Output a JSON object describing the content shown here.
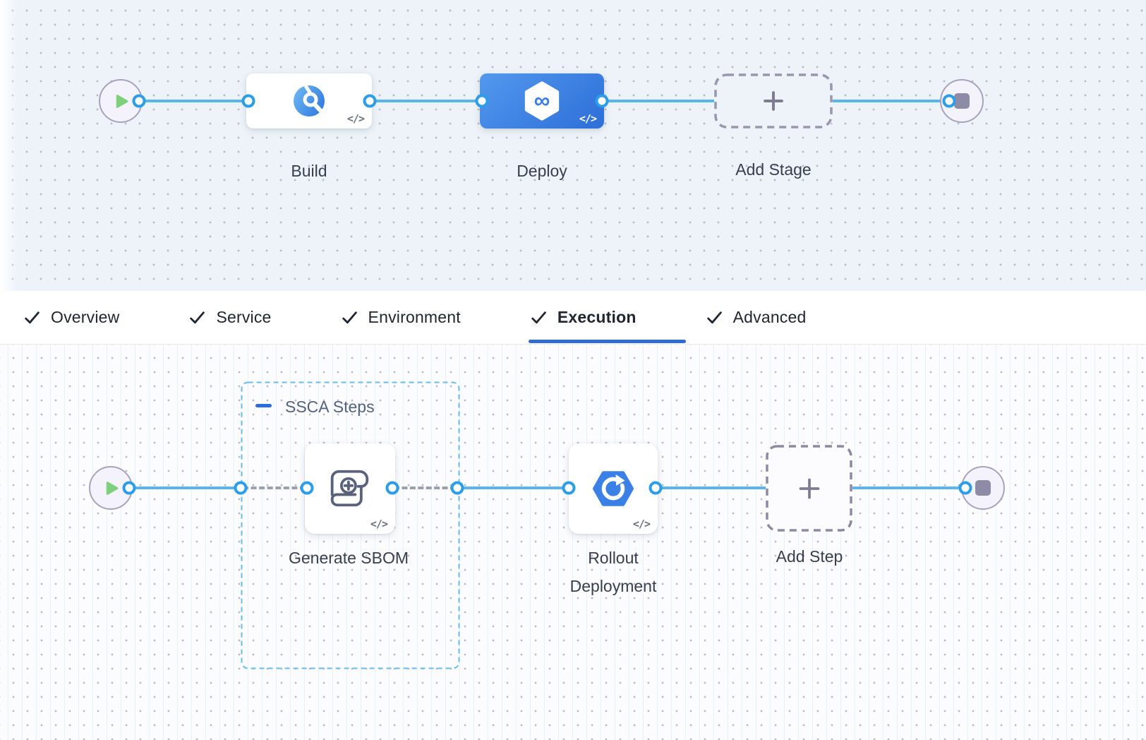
{
  "pipeline": {
    "stages": {
      "build": {
        "label": "Build"
      },
      "deploy": {
        "label": "Deploy",
        "selected": true
      },
      "add_stage": {
        "label": "Add Stage"
      }
    },
    "code_badge": "</>"
  },
  "tabs": [
    {
      "label": "Overview",
      "checked": true,
      "active": false
    },
    {
      "label": "Service",
      "checked": true,
      "active": false
    },
    {
      "label": "Environment",
      "checked": true,
      "active": false
    },
    {
      "label": "Execution",
      "checked": true,
      "active": true
    },
    {
      "label": "Advanced",
      "checked": true,
      "active": false
    }
  ],
  "execution": {
    "group": {
      "label": "SSCA Steps",
      "collapsed": false
    },
    "steps": {
      "generate_sbom": {
        "label": "Generate SBOM"
      },
      "rollout": {
        "label": "Rollout Deployment"
      },
      "add_step": {
        "label": "Add Step"
      }
    }
  },
  "colors": {
    "accent_blue": "#2e6bd7",
    "connector_blue": "#58b5ef",
    "port_blue": "#2b9de9",
    "selected_stage_blue": "#2d6ed8",
    "success_green": "#7fd07c",
    "group_border_blue": "#66bdef"
  }
}
